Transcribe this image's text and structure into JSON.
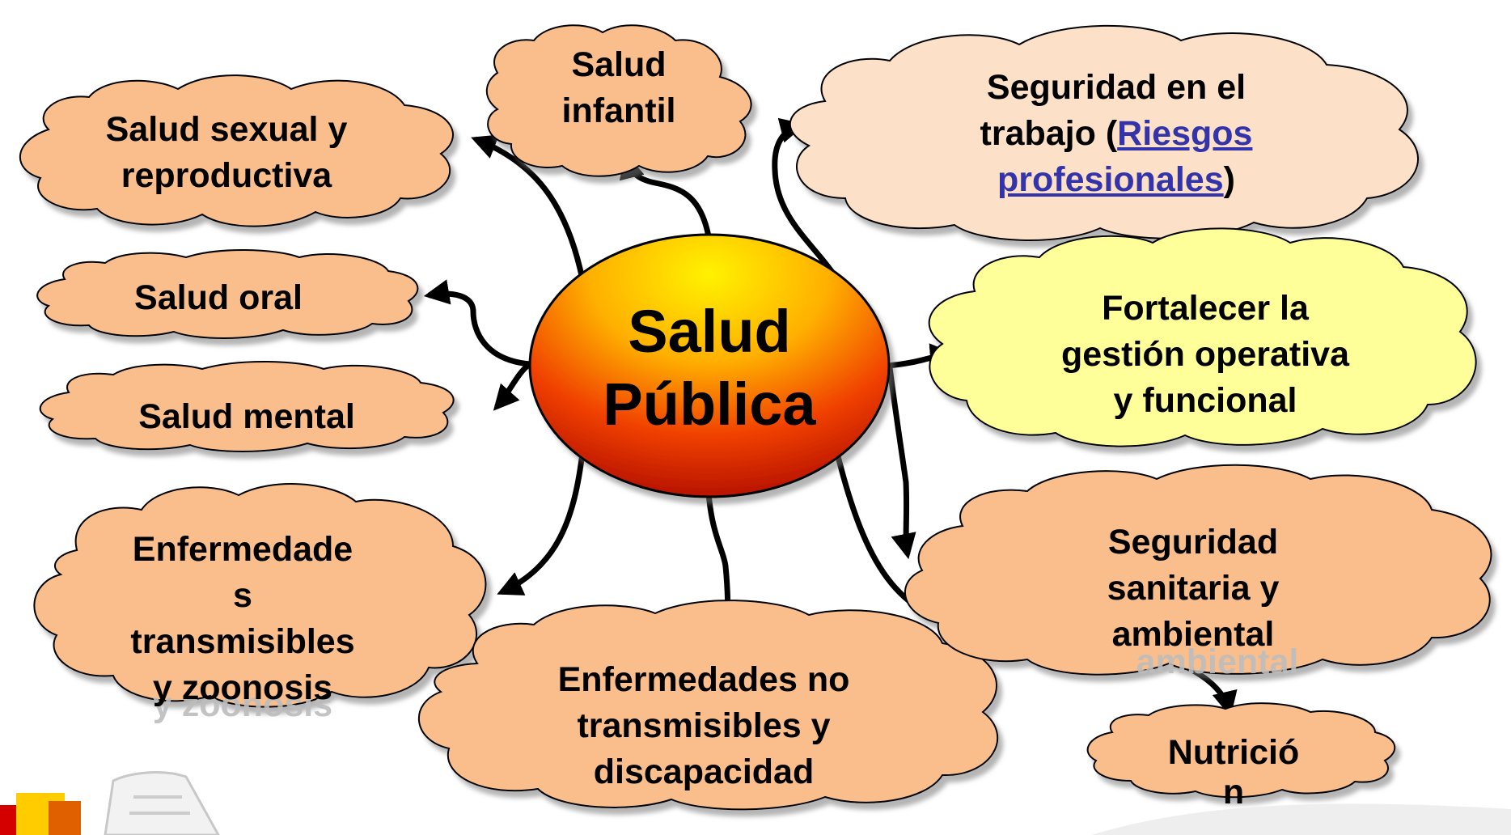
{
  "center": {
    "line1": "Salud",
    "line2": "Pública"
  },
  "nodes": {
    "salud_sexual": {
      "lines": [
        "Salud sexual y",
        "reproductiva"
      ]
    },
    "salud_infantil": {
      "lines": [
        "Salud",
        "infantil"
      ]
    },
    "seguridad_trabajo": {
      "line1": "Seguridad en el",
      "pre": "trabajo (",
      "link1": "Riesgos",
      "link2": "profesionales",
      "post": ")"
    },
    "salud_oral": {
      "lines": [
        "Salud oral"
      ]
    },
    "salud_mental": {
      "lines": [
        "Salud mental"
      ]
    },
    "fortalecer": {
      "lines": [
        "Fortalecer la",
        "gestión operativa",
        "y funcional"
      ]
    },
    "enf_transmisibles": {
      "lines": [
        "Enfermedade",
        "s",
        "transmisibles",
        "y zoonosis"
      ]
    },
    "enf_no_transmisibles": {
      "lines": [
        "Enfermedades no",
        "transmisibles y",
        "discapacidad"
      ]
    },
    "seguridad_sanitaria": {
      "lines": [
        "Seguridad",
        "sanitaria y",
        "ambiental"
      ]
    },
    "nutricion": {
      "lines": [
        "Nutrició",
        "n"
      ]
    }
  },
  "colors": {
    "cloud_orange": "#f9be8c",
    "cloud_light": "#fde0c8",
    "cloud_yellow": "#ffff99",
    "center_top": "#ffe000",
    "center_bottom": "#b80000",
    "link": "#3333aa"
  }
}
